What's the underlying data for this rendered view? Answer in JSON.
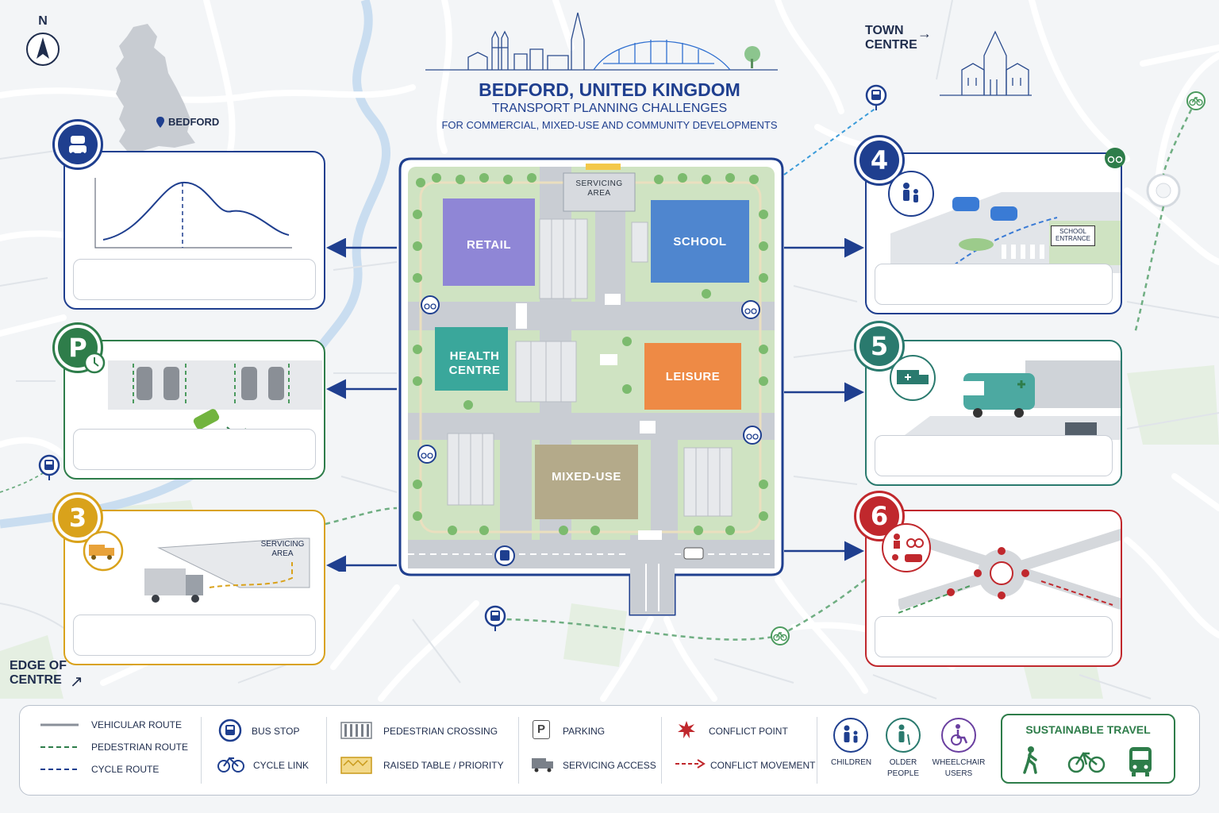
{
  "compass": {
    "label": "N"
  },
  "uk_map": {
    "label": "BEDFORD"
  },
  "title": {
    "city": "BEDFORD, UNITED KINGDOM",
    "line1": "TRANSPORT PLANNING CHALLENGES",
    "line2": "FOR COMMERCIAL, MIXED-USE AND COMMUNITY DEVELOPMENTS"
  },
  "town_centre": {
    "label_line1": "TOWN",
    "label_line2": "CENTRE",
    "arrow": "→"
  },
  "edge_of_centre": {
    "label_line1": "EDGE OF",
    "label_line2": "CENTRE",
    "arrow": "↗"
  },
  "site": {
    "buildings": {
      "retail": "RETAIL",
      "school": "SCHOOL",
      "health_line1": "HEALTH",
      "health_line2": "CENTRE",
      "leisure": "LEISURE",
      "mixed_use": "MIXED-USE",
      "servicing_line1": "SERVICING",
      "servicing_line2": "AREA"
    }
  },
  "panels": {
    "p1": {
      "icon": "cars-icon"
    },
    "p2": {
      "icon": "parking-clock-icon",
      "badge": "P"
    },
    "p3": {
      "badge": "3",
      "servicing_line1": "SERVICING",
      "servicing_line2": "AREA"
    },
    "p4": {
      "badge": "4",
      "school_line1": "SCHOOL",
      "school_line2": "ENTRANCE"
    },
    "p5": {
      "badge": "5"
    },
    "p6": {
      "badge": "6"
    }
  },
  "legend": {
    "vehicular_route": "VEHICULAR ROUTE",
    "pedestrian_route": "PEDESTRIAN ROUTE",
    "cycle_route": "CYCLE ROUTE",
    "bus_stop": "BUS STOP",
    "cycle_link": "CYCLE LINK",
    "pedestrian_crossing": "PEDESTRIAN CROSSING",
    "raised_table": "RAISED TABLE / PRIORITY",
    "parking": "PARKING",
    "parking_letter": "P",
    "servicing_access": "SERVICING ACCESS",
    "conflict_point": "CONFLICT POINT",
    "conflict_movement": "CONFLICT MOVEMENT",
    "children": "CHILDREN",
    "older_people_1": "OLDER",
    "older_people_2": "PEOPLE",
    "wheelchair_1": "WHEELCHAIR",
    "wheelchair_2": "USERS",
    "sustainable_travel": "SUSTAINABLE TRAVEL"
  },
  "colors": {
    "navy": "#1f3f8f",
    "green": "#2e7d4a",
    "amber": "#d9a21b",
    "teal": "#2a7a6e",
    "red": "#c0282d",
    "retail": "#8f86d6",
    "school": "#4f86cf",
    "health": "#3aa79b",
    "leisure": "#ee8a45",
    "mixed_use": "#b4aa8a"
  }
}
